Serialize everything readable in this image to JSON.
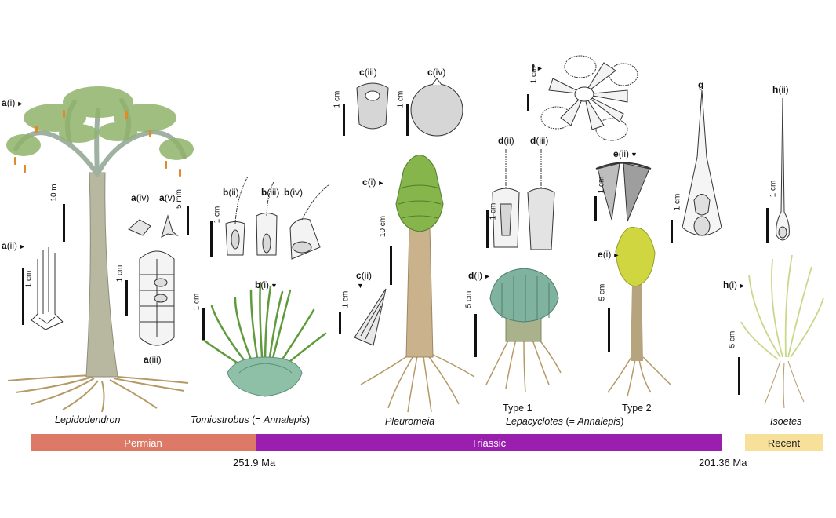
{
  "labels": {
    "a_i": {
      "letter": "a",
      "roman": "(i)"
    },
    "a_ii": {
      "letter": "a",
      "roman": "(ii)"
    },
    "a_iii": {
      "letter": "a",
      "roman": "(iii)"
    },
    "a_iv": {
      "letter": "a",
      "roman": "(iv)"
    },
    "a_v": {
      "letter": "a",
      "roman": "(v)"
    },
    "b_i": {
      "letter": "b",
      "roman": "(i)"
    },
    "b_ii": {
      "letter": "b",
      "roman": "(ii)"
    },
    "b_iii": {
      "letter": "b",
      "roman": "(iii)"
    },
    "b_iv": {
      "letter": "b",
      "roman": "(iv)"
    },
    "c_i": {
      "letter": "c",
      "roman": "(i)"
    },
    "c_ii": {
      "letter": "c",
      "roman": "(ii)"
    },
    "c_iii": {
      "letter": "c",
      "roman": "(iii)"
    },
    "c_iv": {
      "letter": "c",
      "roman": "(iv)"
    },
    "d_i": {
      "letter": "d",
      "roman": "(i)"
    },
    "d_ii": {
      "letter": "d",
      "roman": "(ii)"
    },
    "d_iii": {
      "letter": "d",
      "roman": "(iii)"
    },
    "e_i": {
      "letter": "e",
      "roman": "(i)"
    },
    "e_ii": {
      "letter": "e",
      "roman": "(ii)"
    },
    "f": {
      "letter": "f",
      "roman": ""
    },
    "g": {
      "letter": "g",
      "roman": ""
    },
    "h_i": {
      "letter": "h",
      "roman": "(i)"
    },
    "h_ii": {
      "letter": "h",
      "roman": "(ii)"
    }
  },
  "scale_bars": {
    "s10m": "10 m",
    "s5mm": "5 mm",
    "a_ii_1cm": "1 cm",
    "a_iii_1cm": "1 cm",
    "b_i_1cm": "1 cm",
    "b_ii_1cm": "1 cm",
    "c_iii_1cm": "1 cm",
    "c_iv_1cm": "1 cm",
    "c_ii_1cm": "1 cm",
    "c_i_10cm": "10 cm",
    "d_ii_1cm": "1 cm",
    "d_i_5cm": "5 cm",
    "e_ii_1cm": "1 cm",
    "e_i_5cm": "5 cm",
    "f_1cm": "1 cm",
    "g_1cm": "1 cm",
    "h_ii_1cm": "1 cm",
    "h_i_5cm": "5 cm"
  },
  "taxa": {
    "lepidodendron": "Lepidodendron",
    "tomiostrobus": "Tomiostrobus",
    "tomio_syn_open": "(= ",
    "tomio_syn": "Annalepis",
    "tomio_syn_close": ")",
    "pleuromeia": "Pleuromeia",
    "lepacyclotes": "Lepacyclotes",
    "lepa_syn_open": "(= ",
    "lepa_syn": "Annalepis",
    "lepa_syn_close": ")",
    "isoetes": "Isoetes",
    "type1": "Type 1",
    "type2": "Type 2"
  },
  "timeline": {
    "permian": {
      "label": "Permian",
      "color": "#dd7a67"
    },
    "triassic": {
      "label": "Triassic",
      "color": "#9b1fae"
    },
    "recent": {
      "label": "Recent",
      "color": "#f7e09a"
    },
    "age_1": "251.9 Ma",
    "age_2": "201.36 Ma"
  },
  "colors": {
    "trunk": "#b8b7a0",
    "foliage": "#8fb36a",
    "cone_green": "#86b54b",
    "cone_yellow": "#cfd640",
    "cone_teal": "#7fb3a0",
    "root": "#b59a66",
    "stem": "#b6a47e",
    "line_drawing": "#333333",
    "gray_fill": "#d6d6d6"
  }
}
